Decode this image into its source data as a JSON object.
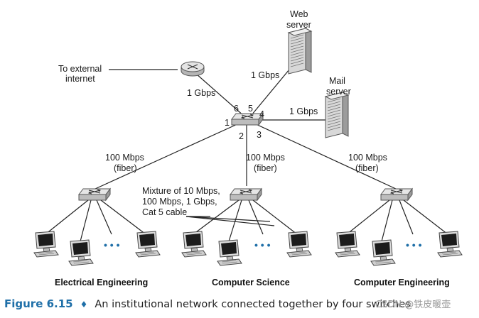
{
  "nodes": {
    "external_label_line1": "To external",
    "external_label_line2": "internet",
    "web_server_line1": "Web",
    "web_server_line2": "server",
    "mail_server_line1": "Mail",
    "mail_server_line2": "server"
  },
  "links": {
    "router_core": "1 Gbps",
    "web_core": "1 Gbps",
    "mail_core": "1 Gbps",
    "ee_speed": "100 Mbps",
    "ee_medium": "(fiber)",
    "cs_speed": "100 Mbps",
    "cs_medium": "(fiber)",
    "ce_speed": "100 Mbps",
    "ce_medium": "(fiber)"
  },
  "ports": {
    "p1": "1",
    "p2": "2",
    "p3": "3",
    "p4": "4",
    "p5": "5",
    "p6": "6"
  },
  "cabling_note": {
    "line1": "Mixture of 10 Mbps,",
    "line2": "100 Mbps, 1 Gbps,",
    "line3": "Cat 5 cable"
  },
  "departments": {
    "ee": "Electrical Engineering",
    "cs": "Computer Science",
    "ce": "Computer Engineering"
  },
  "ellipsis": "• • •",
  "caption": {
    "figure": "Figure 6.15",
    "bullet": "♦",
    "text": "An institutional network connected together by four switches"
  },
  "watermark": "CSDN @铁皮暖壶"
}
